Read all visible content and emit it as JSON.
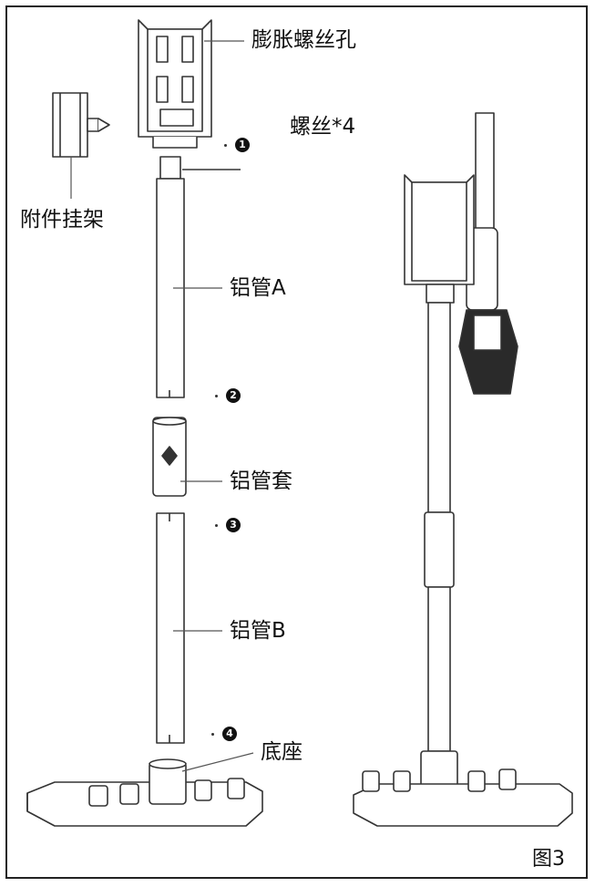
{
  "labels": {
    "expansion_screw_hole": "膨胀螺丝孔",
    "screws": "螺丝*4",
    "accessory_rack": "附件挂架",
    "aluminum_tube_a": "铝管A",
    "tube_sleeve": "铝管套",
    "aluminum_tube_b": "铝管B",
    "base": "底座"
  },
  "markers": [
    "1",
    "2",
    "3",
    "4"
  ],
  "figure_caption": "图3"
}
